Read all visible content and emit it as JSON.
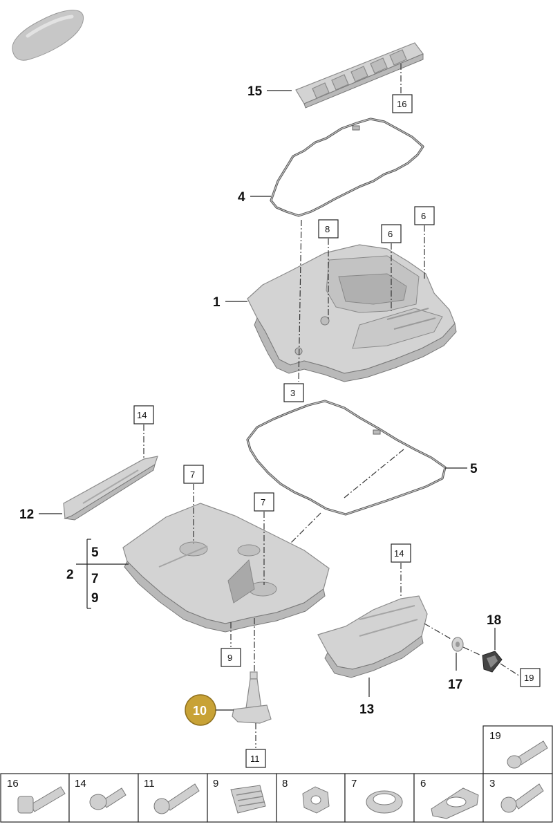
{
  "callouts": {
    "c1": "1",
    "c2": "2",
    "c2a": "5",
    "c2b": "7",
    "c2c": "9",
    "c4": "4",
    "c5": "5",
    "c10": "10",
    "c12": "12",
    "c13": "13",
    "c15": "15",
    "c17": "17",
    "c18": "18"
  },
  "boxes": {
    "b16": "16",
    "b8": "8",
    "b6a": "6",
    "b6b": "6",
    "b3": "3",
    "b14a": "14",
    "b7a": "7",
    "b7b": "7",
    "b9": "9",
    "b14b": "14",
    "b11": "11",
    "b19": "19"
  },
  "fasteners": {
    "f19": "19",
    "f16": "16",
    "f14": "14",
    "f11": "11",
    "f9": "9",
    "f8": "8",
    "f7": "7",
    "f6": "6",
    "f3": "3"
  },
  "colors": {
    "badge": "#c8a236",
    "part": "#d3d3d3",
    "line": "#222222"
  }
}
